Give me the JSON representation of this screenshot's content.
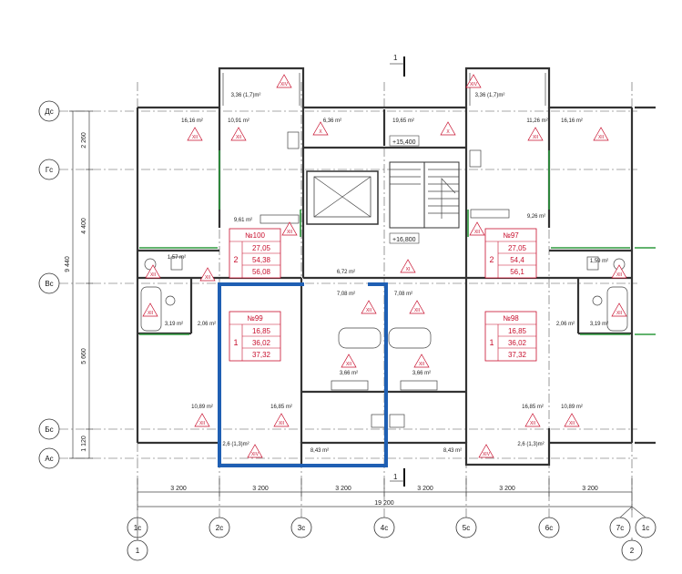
{
  "axes_horizontal": [
    "1c",
    "2c",
    "3c",
    "4c",
    "5c",
    "6c",
    "7c",
    "1c"
  ],
  "axes_vertical": [
    "Дс",
    "Гс",
    "Вс",
    "Бс",
    "Ас"
  ],
  "axis_markers": [
    "1",
    "2"
  ],
  "section_mark": "1",
  "dims_horizontal": [
    "3 200",
    "3 200",
    "3 200",
    "3 200",
    "3 200",
    "3 200"
  ],
  "dim_total_horizontal": "19 200",
  "dims_vertical": [
    "2 260",
    "4 400",
    "5 660",
    "1 120"
  ],
  "dim_total_vertical": "9 440",
  "elevations": [
    "+15,400",
    "+16,800"
  ],
  "apartments": [
    {
      "num": "№100",
      "rooms": "2",
      "areas": [
        "27,05",
        "54,38",
        "56,08"
      ]
    },
    {
      "num": "№97",
      "rooms": "2",
      "areas": [
        "27,05",
        "54,4",
        "56,1"
      ]
    },
    {
      "num": "№99",
      "rooms": "1",
      "areas": [
        "16,85",
        "36,02",
        "37,32"
      ]
    },
    {
      "num": "№98",
      "rooms": "1",
      "areas": [
        "16,85",
        "36,02",
        "37,32"
      ]
    }
  ],
  "room_areas": {
    "a1": "16,16 m²",
    "a2": "10,91 m²",
    "a3": "6,36 m²",
    "a4": "19,65 m²",
    "a5": "11,26 m²",
    "a6": "16,16 m²",
    "a7": "3,36 (1,7)m²",
    "a8": "3,36 (1,7)m²",
    "a9": "9,61 m²",
    "a10": "9,26 m²",
    "a11": "1,57 m²",
    "a12": "1,59 m²",
    "a13": "6,72 m²",
    "a14": "7,08 m²",
    "a15": "7,08 m²",
    "a16": "3,19 m²",
    "a17": "2,06 m²",
    "a18": "2,06 m²",
    "a19": "3,19 m²",
    "a20": "3,66 m²",
    "a21": "3,66 m²",
    "a22": "10,89 m²",
    "a23": "16,85 m²",
    "a24": "16,85 m²",
    "a25": "10,89 m²",
    "a26": "2,6 (1,3)m²",
    "a27": "8,43 m²",
    "a28": "8,43 m²",
    "a29": "2,6 (1,3)m²"
  },
  "tags": {
    "xiv": "XIV",
    "xii": "XII",
    "x": "X",
    "xi": "XI"
  },
  "colors": {
    "outline_highlight": "#1f5fb3",
    "apartment_label": "#c8102e",
    "partitions": "#2e9a3e"
  }
}
